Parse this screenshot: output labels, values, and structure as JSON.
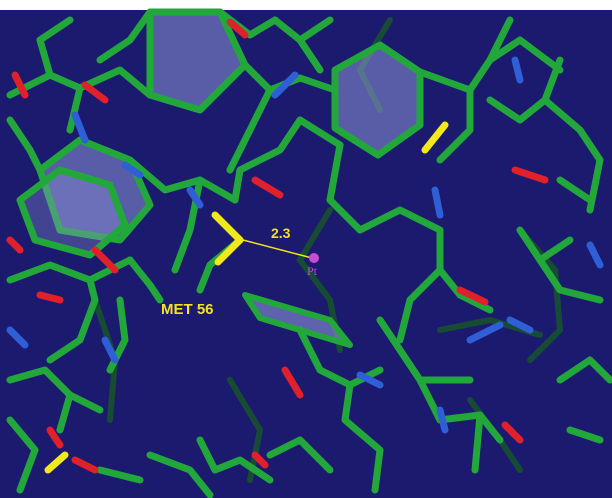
{
  "figure": {
    "residue_label": "MET 56",
    "distance_label": "2.3",
    "atom_label": "Pt"
  },
  "colors": {
    "background": "#1b1a6e",
    "carbon": "#22a83a",
    "carbon_dark": "#16552a",
    "nitrogen": "#2f5fd6",
    "oxygen": "#e0202a",
    "sulfur": "#f2e81c",
    "ring_fill": "#8d95d8",
    "label_yellow": "#f4e41a",
    "platinum": "#c84bd8"
  }
}
